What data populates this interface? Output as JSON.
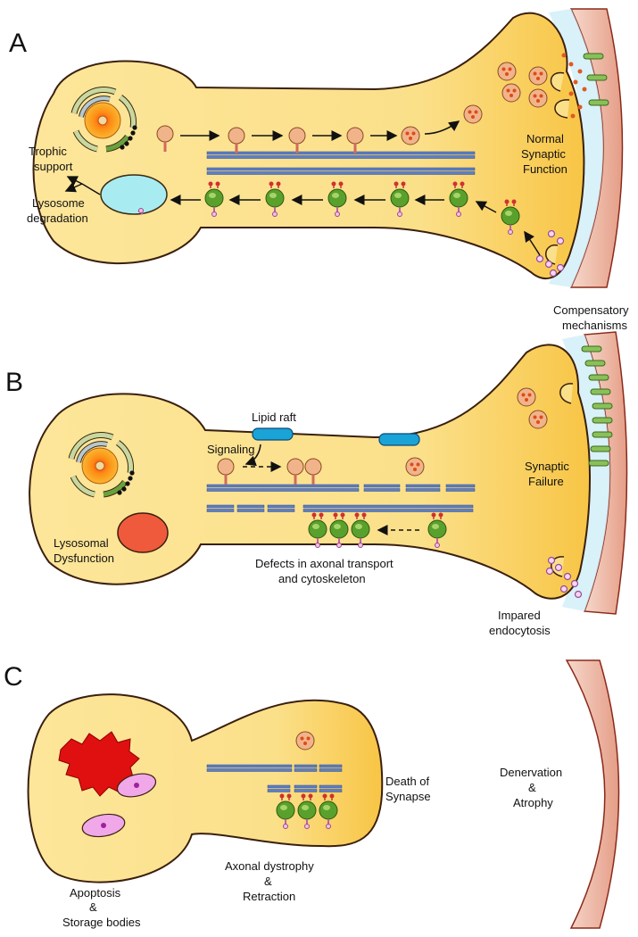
{
  "panels": [
    {
      "letter": "A",
      "labels": {
        "trophic": [
          "Trophic",
          "support"
        ],
        "lysosome": [
          "Lysosome",
          "degradation"
        ],
        "synaptic": [
          "Normal",
          "Synaptic",
          "Function"
        ]
      }
    },
    {
      "letter": "B",
      "labels": {
        "compensatory": [
          "Compensatory",
          "mechanisms"
        ],
        "lipid_raft": "Lipid raft",
        "signaling": "Signaling",
        "synaptic": [
          "Synaptic",
          "Failure"
        ],
        "lysosomal": [
          "Lysosomal",
          "Dysfunction"
        ],
        "defects": [
          "Defects in axonal transport",
          "and  cytoskeleton"
        ],
        "endocytosis": [
          "Impared",
          "endocytosis"
        ]
      }
    },
    {
      "letter": "C",
      "labels": {
        "death": [
          "Death of",
          "Synapse"
        ],
        "denervation": [
          "Denervation",
          "&",
          "Atrophy"
        ],
        "apoptosis": [
          "Apoptosis",
          "&",
          "Storage bodies"
        ],
        "dystrophy": [
          "Axonal dystrophy",
          "&",
          "Retraction"
        ]
      }
    }
  ],
  "colors": {
    "cell_fill": "#fbe08a",
    "cell_stroke": "#3a1f0e",
    "microtubule": "#5d7fc4",
    "vesicle_orange": "#f1b48a",
    "vesicle_green": "#5aa02c",
    "lysosome_normal": "#a8ecf2",
    "lysosome_dysfunction": "#ef5a3c",
    "postsynaptic": "#f2c4b4",
    "synaptic_cleft": "#cfeef8",
    "lipid_raft": "#1aa3d6",
    "storage_body": "#f0a8e8",
    "apoptotic_body": "#e01010"
  },
  "icons": [
    "nucleus-icon",
    "golgi-icon",
    "rough-er-icon",
    "microtubule-icon",
    "vesicle-icon",
    "receptor-icon",
    "lipid-raft-icon",
    "arrow-icon"
  ]
}
